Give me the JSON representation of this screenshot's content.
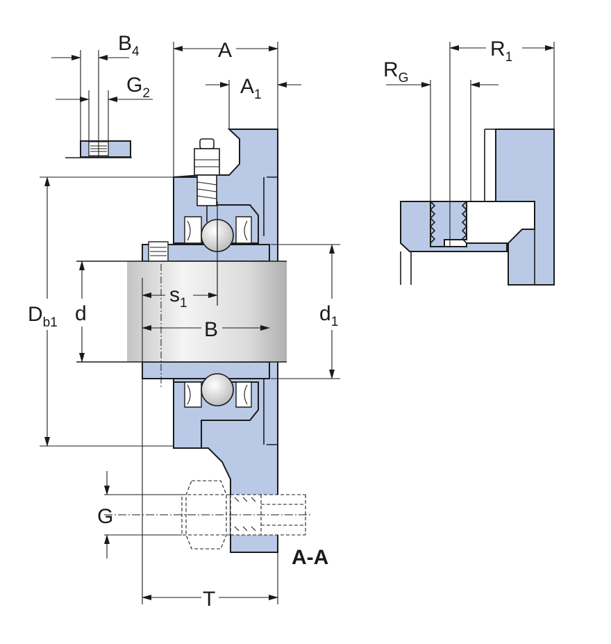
{
  "labels": {
    "B4": {
      "main": "B",
      "sub": "4"
    },
    "G2": {
      "main": "G",
      "sub": "2"
    },
    "A": "A",
    "A1": {
      "main": "A",
      "sub": "1"
    },
    "RG": {
      "main": "R",
      "sub": "G"
    },
    "R1": {
      "main": "R",
      "sub": "1"
    },
    "Db1": {
      "main": "D",
      "sub": "b1"
    },
    "d": "d",
    "d1": {
      "main": "d",
      "sub": "1"
    },
    "s1": {
      "main": "s",
      "sub": "1"
    },
    "B": "B",
    "G": "G",
    "T": "T",
    "section": "A-A"
  },
  "colors": {
    "housing": "#b9c9e6",
    "shaft_light": "#f2f2f2",
    "shaft_dark": "#b5b5b5",
    "line": "#1a1a1a"
  }
}
